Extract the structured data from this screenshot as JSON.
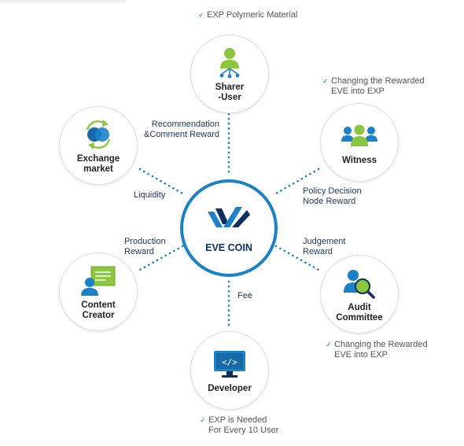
{
  "center": {
    "label": "EVE COIN"
  },
  "nodes": {
    "sharer": {
      "label": "Sharer\n-User"
    },
    "witness": {
      "label": "Witness"
    },
    "audit": {
      "label": "Audit\nCommittee"
    },
    "developer": {
      "label": "Developer"
    },
    "content_creator": {
      "label": "Content\nCreator"
    },
    "exchange": {
      "label": "Exchange\nmarket"
    }
  },
  "edge_labels": {
    "recommendation": "Recommendation\n&Comment Reward",
    "policy": "Policy Decision\nNode Reward",
    "judgement": "Judgement\nReward",
    "fee": "Fee",
    "production": "Production\nReward",
    "liquidity": "Liquidity"
  },
  "notes": {
    "sharer": "EXP Polymeric Material",
    "witness": "Changing the Rewarded\nEVE into EXP",
    "audit": "Changing the Rewarded\nEVE into EXP",
    "developer": "EXP is Needed\nFor Every 10 User"
  },
  "colors": {
    "accent": "#1c82c8",
    "green": "#8cc63e",
    "navy": "#1d3b64"
  },
  "icons": [
    "person-network-icon",
    "group-icon",
    "magnifier-person-icon",
    "monitor-code-icon",
    "creator-icon",
    "exchange-icon",
    "eve-logo-icon"
  ]
}
